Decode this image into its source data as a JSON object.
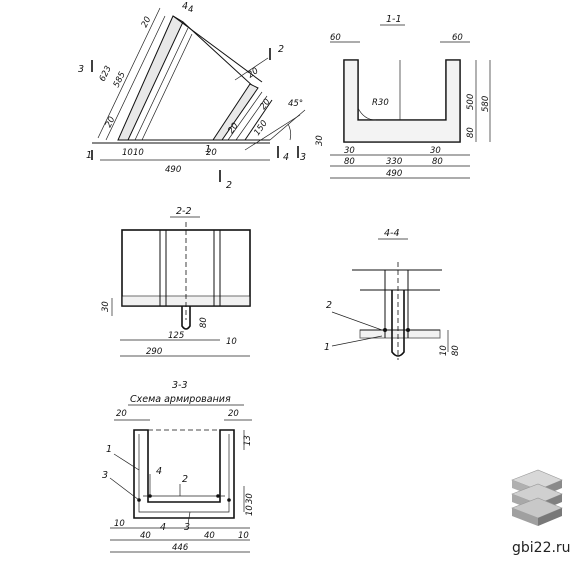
{
  "views": {
    "plan": {
      "section_marks": [
        "3",
        "3",
        "1",
        "1",
        "2",
        "2",
        "4",
        "4"
      ],
      "dims": [
        "20",
        "4",
        "623",
        "585",
        "20",
        "20",
        "10",
        "10",
        "490",
        "20",
        "20",
        "150",
        "45°",
        "20"
      ]
    },
    "section_1_1": {
      "title": "1-1",
      "dims": [
        "60",
        "60",
        "R30",
        "500",
        "580",
        "80",
        "30",
        "30",
        "30",
        "80",
        "330",
        "80",
        "490"
      ]
    },
    "section_2_2": {
      "title": "2-2",
      "dims": [
        "30",
        "80",
        "125",
        "10",
        "290"
      ]
    },
    "section_4_4": {
      "title": "4-4",
      "callouts": [
        "2",
        "1"
      ],
      "dims": [
        "10",
        "80"
      ]
    },
    "section_3_3": {
      "title": "3-3",
      "subtitle": "Схема армирования",
      "callouts": [
        "1",
        "3",
        "4",
        "2",
        "3",
        "4"
      ],
      "dims": [
        "20",
        "20",
        "13",
        "10",
        "40",
        "40",
        "10",
        "446",
        "30",
        "10"
      ]
    }
  },
  "logo": {
    "text": "gbi22.ru",
    "icon": "stacked-slabs-icon"
  }
}
